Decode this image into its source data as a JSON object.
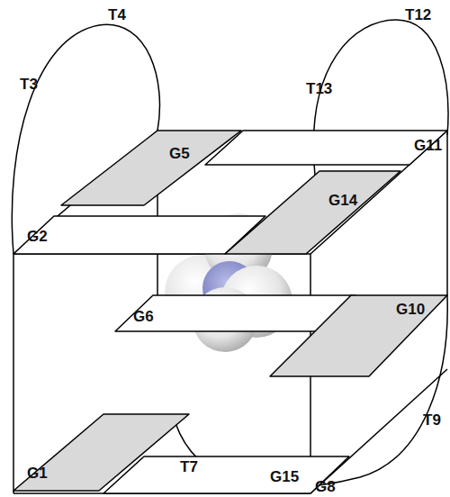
{
  "diagram": {
    "nodes": [
      {
        "text": [
          "G5"
        ]
      },
      {
        "text": [
          "G11"
        ]
      },
      {
        "text": [
          "G2"
        ]
      },
      {
        "text": [
          "G14"
        ]
      },
      {
        "text": [
          "G6"
        ]
      },
      {
        "text": [
          "G10"
        ]
      },
      {
        "text": [
          "G1"
        ]
      },
      {
        "text": [
          "G15"
        ]
      }
    ],
    "labels": [
      "T3",
      "T4",
      "T13",
      "T12",
      "T7",
      "T9",
      "G8"
    ]
  }
}
